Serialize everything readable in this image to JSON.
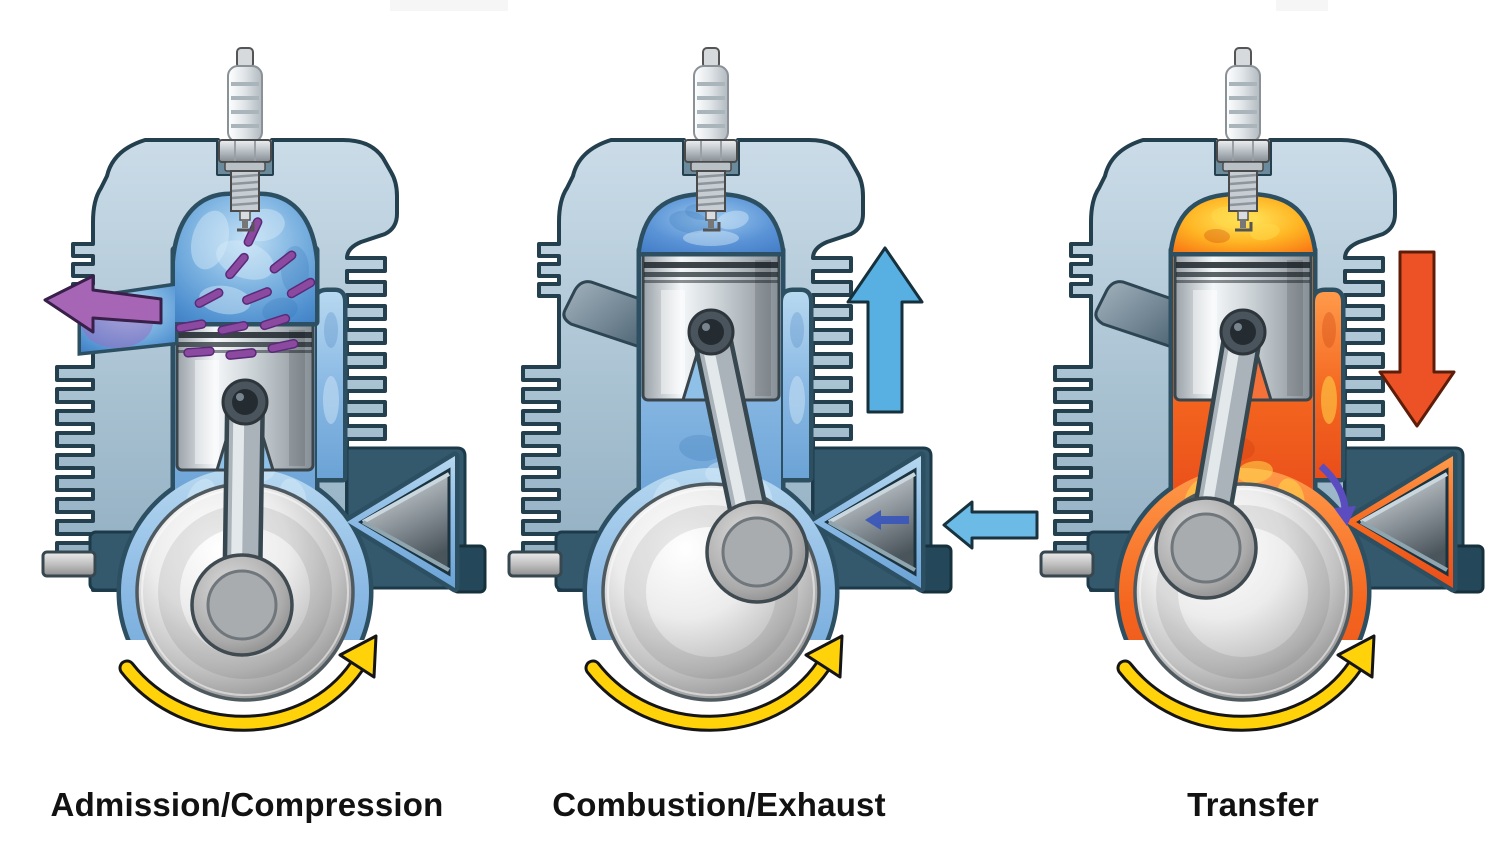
{
  "diagram_kind": "two-stroke-engine-cycle-cutaway",
  "stages": [
    {
      "id": "admission-compression",
      "label": "Admission/Compression",
      "piston_position": "mid-stroke",
      "chamber_gas": "fresh-mixture-blue",
      "crankcase_gas": "fresh-mixture-blue",
      "exhaust_port": "open",
      "arrows": [
        {
          "name": "exhaust-out-arrow",
          "direction": "left",
          "color": "#a765b5"
        },
        {
          "name": "mixture-swirl-dashes",
          "direction": "toward-exhaust-port",
          "color": "#8b4aa0"
        },
        {
          "name": "crank-rotation-arrow",
          "direction": "counter-clockwise",
          "color": "#ffd20a"
        }
      ]
    },
    {
      "id": "combustion-exhaust",
      "label": "Combustion/Exhaust",
      "piston_position": "top-dead-center",
      "chamber_gas": "compressed-mixture-blue",
      "crankcase_gas": "fresh-mixture-blue",
      "exhaust_port": "closed",
      "arrows": [
        {
          "name": "piston-up-arrow",
          "direction": "up",
          "color": "#58b0e2"
        },
        {
          "name": "intake-in-arrow",
          "direction": "left",
          "color": "#6cbbe6"
        },
        {
          "name": "crankcase-suction-arrow",
          "direction": "left",
          "color": "#3b57b8"
        },
        {
          "name": "crank-rotation-arrow",
          "direction": "counter-clockwise",
          "color": "#ffd20a"
        }
      ]
    },
    {
      "id": "transfer",
      "label": "Transfer",
      "piston_position": "top-dead-center",
      "chamber_gas": "combustion-fire-orange",
      "crankcase_gas": "hot-transfer-orange",
      "exhaust_port": "closed",
      "arrows": [
        {
          "name": "piston-down-arrow",
          "direction": "down",
          "color": "#ec5226"
        },
        {
          "name": "reed-valve-flow-arrow",
          "direction": "down-right",
          "color": "#5b4cc0"
        },
        {
          "name": "crank-rotation-arrow",
          "direction": "counter-clockwise",
          "color": "#ffd20a"
        }
      ]
    }
  ],
  "palette": {
    "background": "#ffffff",
    "body_light": "#c6d8e4",
    "body_shadow": "#8fadc0",
    "outline": "#24404e",
    "wall_dark": "#35596c",
    "wall_darker": "#24475a",
    "metal_light": "#f2f5f7",
    "metal_mid": "#b9c0c5",
    "metal_dark": "#6f6f6f",
    "mixture_light": "#b7d8f0",
    "mixture_mid": "#7ab1e0",
    "mixture_deep": "#3e78c2",
    "fire_yellow": "#ffe95e",
    "fire_orange": "#ff9e1c",
    "fire_red": "#ef5020",
    "label_color": "#121212"
  }
}
